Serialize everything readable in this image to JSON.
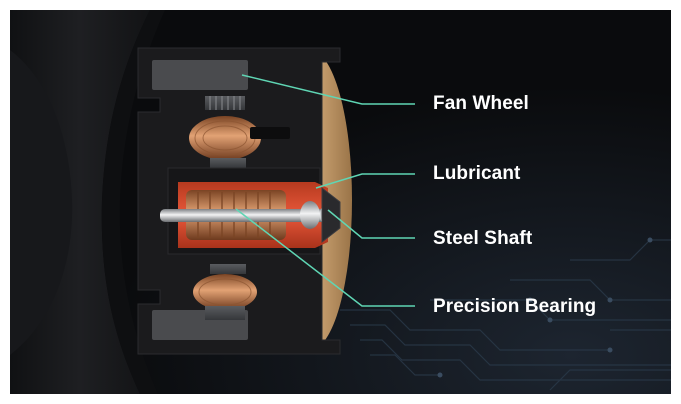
{
  "callouts": [
    {
      "id": "fan-wheel",
      "label": "Fan Wheel"
    },
    {
      "id": "lubricant",
      "label": "Lubricant"
    },
    {
      "id": "steel-shaft",
      "label": "Steel Shaft"
    },
    {
      "id": "precision-bearing",
      "label": "Precision Bearing"
    }
  ],
  "colors": {
    "background": "#0b0c0e",
    "leader_line": "#5fd6b4",
    "label_text": "#ffffff",
    "lubricant": "#d9492a",
    "copper": "#c98550",
    "housing": "#1c1c1e"
  }
}
